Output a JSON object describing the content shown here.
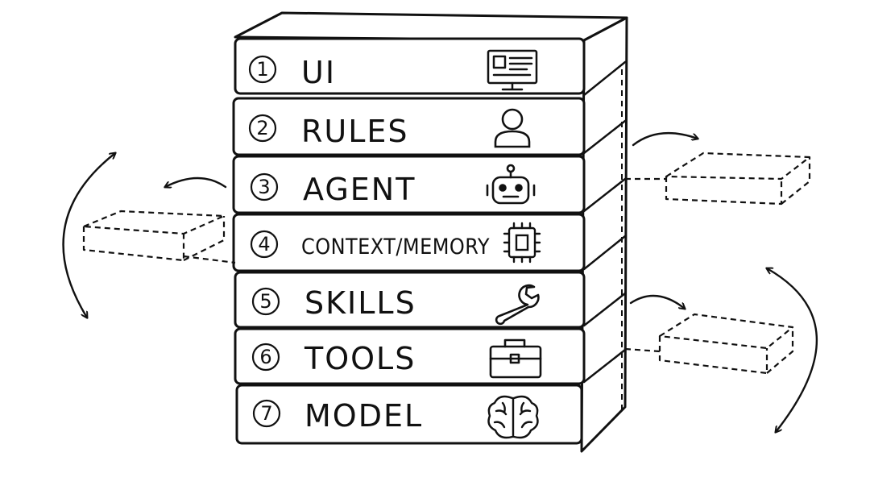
{
  "diagram": {
    "layers": [
      {
        "number": "1",
        "label": "UI",
        "icon": "monitor-icon"
      },
      {
        "number": "2",
        "label": "RULES",
        "icon": "person-icon"
      },
      {
        "number": "3",
        "label": "AGENT",
        "icon": "robot-icon"
      },
      {
        "number": "4",
        "label": "CONTEXT/MEMORY",
        "icon": "chip-icon"
      },
      {
        "number": "5",
        "label": "SKILLS",
        "icon": "wrench-icon"
      },
      {
        "number": "6",
        "label": "TOOLS",
        "icon": "toolbox-icon"
      },
      {
        "number": "7",
        "label": "MODEL",
        "icon": "brain-icon"
      }
    ],
    "colors": {
      "ink": "#111111",
      "paper": "#ffffff"
    }
  }
}
